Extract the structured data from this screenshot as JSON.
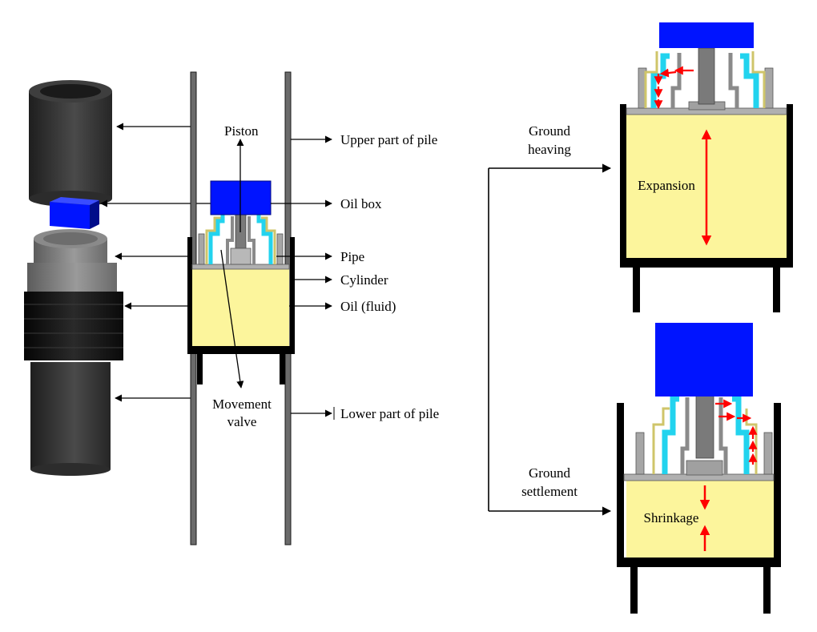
{
  "labels": {
    "piston": "Piston",
    "upper_pile": "Upper part of pile",
    "oil_box": "Oil box",
    "pipe": "Pipe",
    "cylinder": "Cylinder",
    "oil_fluid": "Oil (fluid)",
    "movement_valve_line1": "Movement",
    "movement_valve_line2": "valve",
    "lower_pile": "Lower part of pile",
    "ground_heaving_line1": "Ground",
    "ground_heaving_line2": "heaving",
    "ground_settlement_line1": "Ground",
    "ground_settlement_line2": "settlement",
    "expansion": "Expansion",
    "shrinkage": "Shrinkage"
  },
  "colors": {
    "oil": "#fcf59c",
    "piston_block": "#0014ff",
    "pipe_cyan": "#22d3ee",
    "pile_gray": "#6b6b6b",
    "gray_part": "#a6a6a6",
    "dark_part": "#3a3a3a",
    "flow_arrow": "#ff0000"
  }
}
